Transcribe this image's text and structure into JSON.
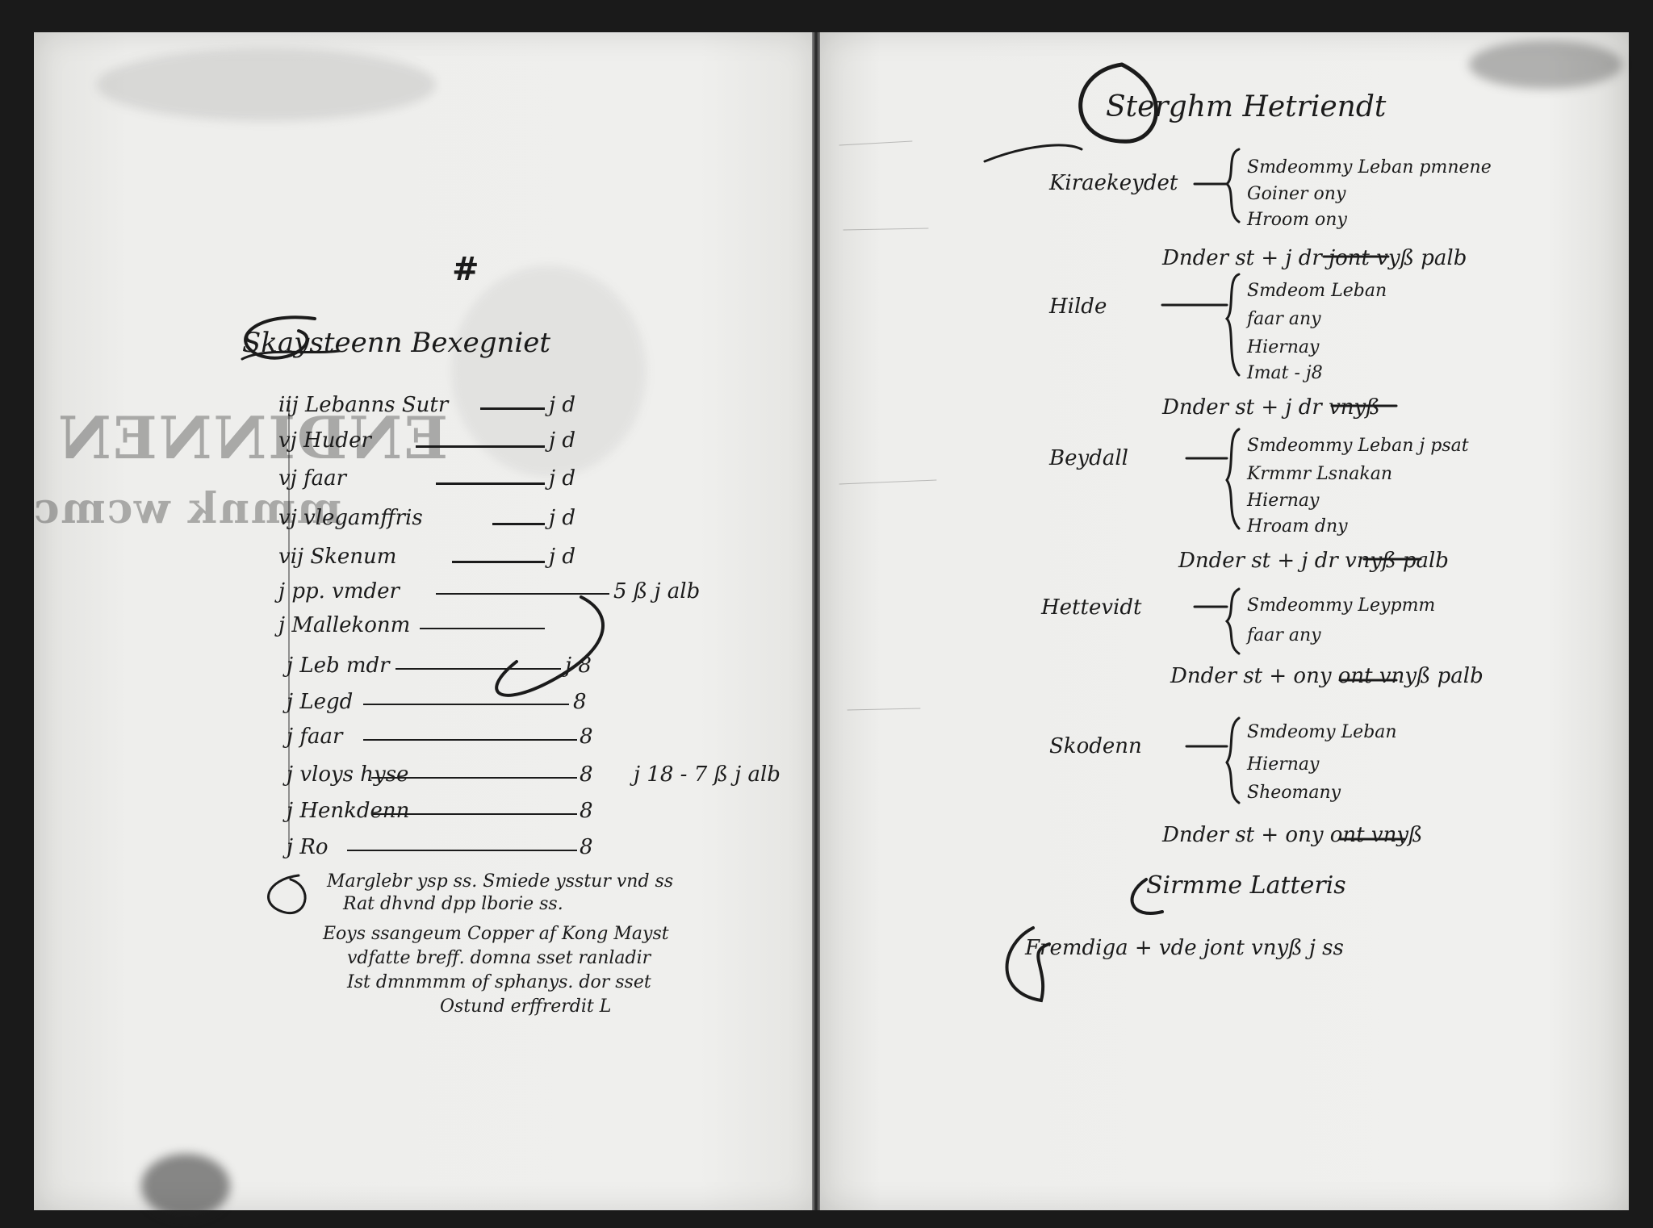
{
  "left_page": {
    "marginal": "#",
    "heading": "Skaysteenn Bexegniet",
    "entries": [
      {
        "text": "iij Lebanns Sutr",
        "amount": "j d"
      },
      {
        "text": "vj Huder",
        "amount": "j d"
      },
      {
        "text": "vj faar",
        "amount": "j d"
      },
      {
        "text": "vj vlegamffris",
        "amount": "j d"
      },
      {
        "text": "vij Skenum",
        "amount": "j d"
      },
      {
        "text": "j pp. vmder",
        "amount": "5 ß j alb"
      },
      {
        "text": "j Mallekonm",
        "amount": ""
      },
      {
        "text": "j Leb mdr",
        "amount": "j 8"
      },
      {
        "text": "j Legd",
        "amount": "8"
      },
      {
        "text": "j faar",
        "amount": "8"
      },
      {
        "text": "j vloys hyse",
        "amount": "8",
        "side": "j 18 - 7 ß j alb"
      },
      {
        "text": "j Henkdenn",
        "amount": "8"
      },
      {
        "text": "j Ro",
        "amount": "8"
      }
    ],
    "notes": [
      "Marglebr ysp ss. Smiede ysstur vnd ss",
      "Rat dhvnd dpp lborie ss.",
      "Eoys ssangeum Copper af Kong Mayst",
      "vdfatte breff. domna sset ranladir",
      "Ist dmnmmm of sphanys. dor sset",
      "Ostund erffrerdit L"
    ],
    "bleed_through": [
      "ENDINNEN",
      "mmnk wcmc"
    ]
  },
  "right_page": {
    "heading": "Sterghm Hetriendt",
    "groups": [
      {
        "name": "Kiraekeydet",
        "items": [
          "Smdeommy Leban pmnene",
          "Goiner ony",
          "Hroom ony"
        ],
        "total": "Dnder st + j dr jont vyß palb"
      },
      {
        "name": "Hilde",
        "items": [
          "Smdeom Leban",
          "faar any",
          "Hiernay",
          "Imat - j8"
        ],
        "total": "Dnder st + j dr vnyß"
      },
      {
        "name": "Beydall",
        "items": [
          "Smdeommy Leban j psat",
          "Krmmr Lsnakan",
          "Hiernay",
          "Hroam dny"
        ],
        "total": "Dnder st + j dr vnyß palb"
      },
      {
        "name": "Hettevidt",
        "items": [
          "Smdeommy Leypmm",
          "faar any"
        ],
        "total": "Dnder st + ony ont vnyß palb"
      },
      {
        "name": "Skodenn",
        "items": [
          "Smdeomy Leban",
          "Hiernay",
          "Sheomany"
        ],
        "total": "Dnder st + ony ont vnyß"
      }
    ],
    "footer_heading": "Sirmme Latteris",
    "footer_line": "Fremdiga + vde jont vnyß j ss"
  }
}
